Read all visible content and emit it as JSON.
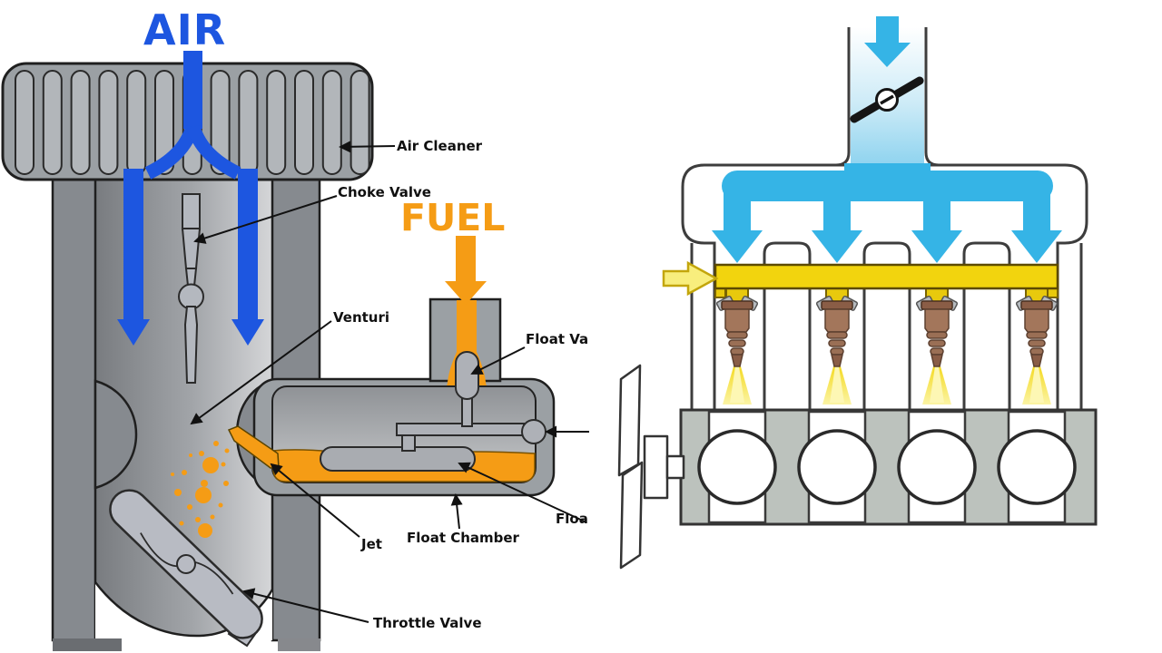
{
  "colors": {
    "air_blue": "#1d56e0",
    "fuel_orange": "#f59c15",
    "flow_blue": "#35b4e6",
    "rail_yellow": "#f2d40e",
    "body_gray": "#9ba0a4",
    "injector_brown": "#a3765b",
    "engine_gray": "#bcc2bd"
  },
  "left_diagram": {
    "air_label": "AIR",
    "fuel_label": "FUEL",
    "callouts": {
      "air_cleaner": "Air Cleaner",
      "choke_valve": "Choke Valve",
      "venturi": "Venturi",
      "float_valve": "Float Va",
      "jet": "Jet",
      "float_chamber": "Float Chamber",
      "float": "Floa",
      "throttle_valve": "Throttle Valve"
    }
  }
}
